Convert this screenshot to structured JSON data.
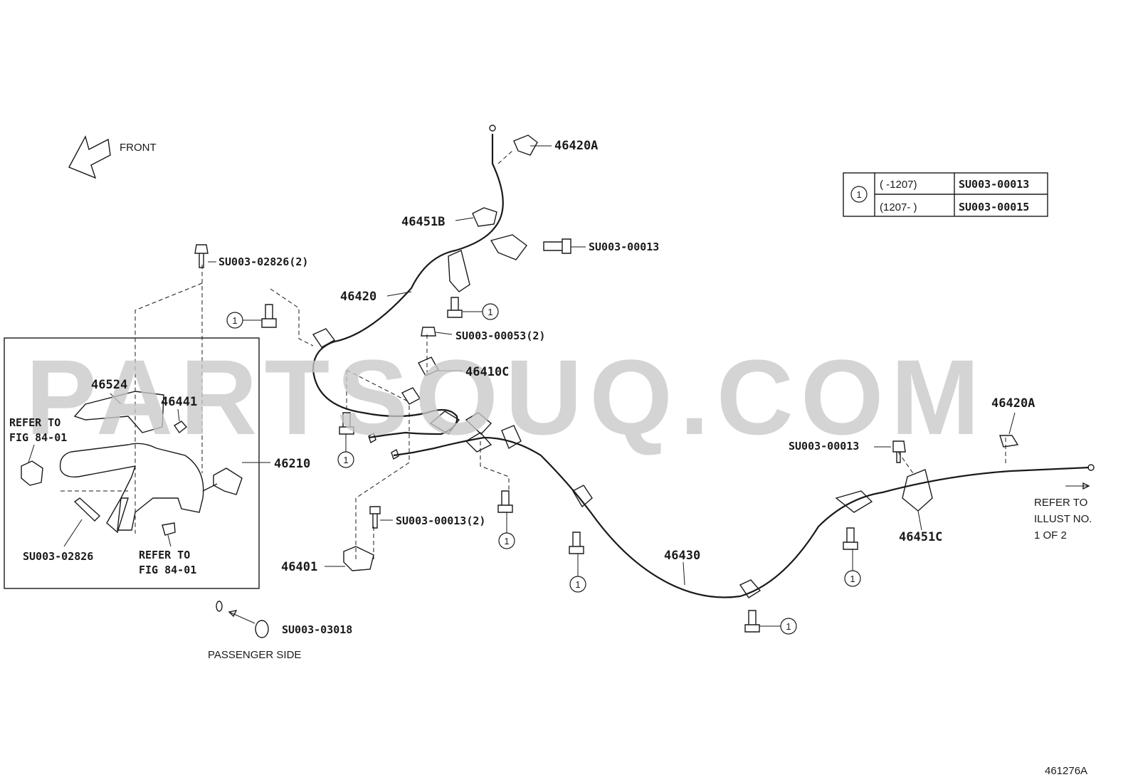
{
  "watermark": "PARTSOUQ.COM",
  "front_label": "FRONT",
  "figure_id": "461276A",
  "callout_symbol": "1",
  "legend_table": {
    "rows": [
      {
        "range": "(      -1207)",
        "part": "SU003-00013"
      },
      {
        "range": "(1207-      )",
        "part": "SU003-00015"
      }
    ]
  },
  "labels": {
    "p46420A_top": "46420A",
    "p46451B": "46451B",
    "su00013_top": "SU003-00013",
    "su02826_2": "SU003-02826(2)",
    "p46420": "46420",
    "su00053_2": "SU003-00053(2)",
    "p46410C": "46410C",
    "p46524": "46524",
    "p46441": "46441",
    "refer_fig_a_1": "REFER TO",
    "refer_fig_a_2": "FIG 84-01",
    "p46210": "46210",
    "su02826": "SU003-02826",
    "refer_fig_b_1": "REFER TO",
    "refer_fig_b_2": "FIG 84-01",
    "su00013_2": "SU003-00013(2)",
    "p46401": "46401",
    "su03018": "SU003-03018",
    "passenger_side": "PASSENGER SIDE",
    "p46430": "46430",
    "su00013_right": "SU003-00013",
    "p46420A_right": "46420A",
    "p46451C": "46451C",
    "refer_illust_1": "REFER TO",
    "refer_illust_2": "ILLUST NO.",
    "refer_illust_3": "1 OF 2"
  }
}
